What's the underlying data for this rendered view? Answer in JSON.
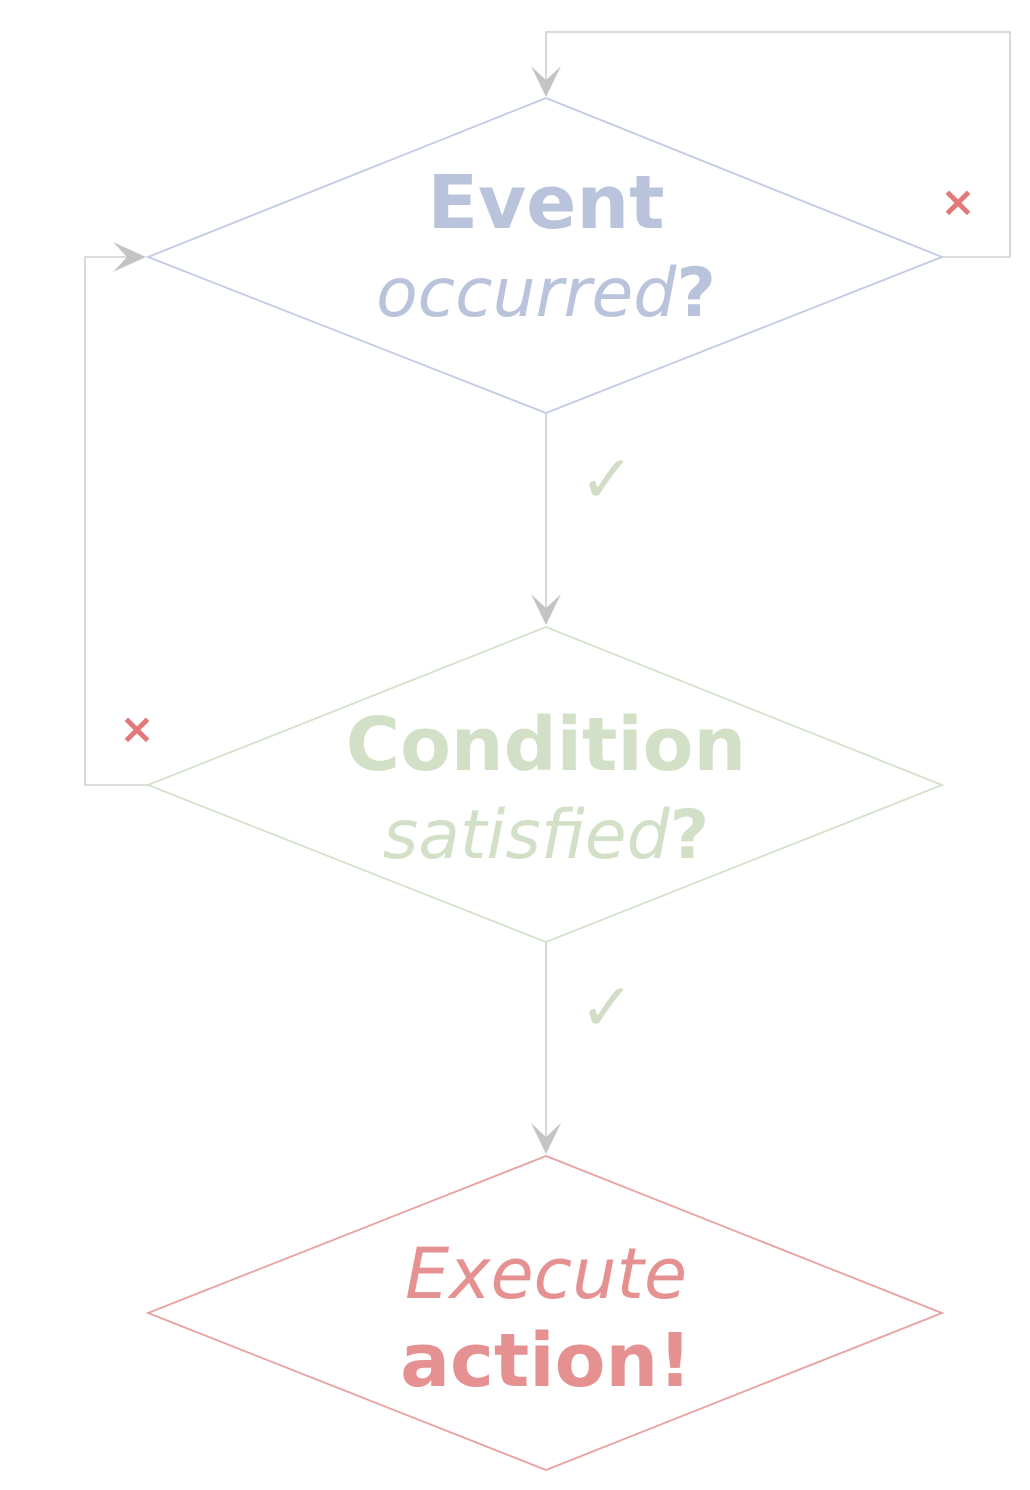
{
  "colors": {
    "background": "#ffffff",
    "connector": "#cfcfcf",
    "arrowhead": "#c4c4c4",
    "event": "#b9c3dc",
    "event_stroke": "#c2cbe3",
    "condition": "#d3e0c8",
    "condition_stroke": "#d5e2cb",
    "action": "#e69191",
    "action_stroke": "#e8a0a0",
    "no_mark": "#e27878",
    "yes_mark": "#d2dcc6"
  },
  "nodes": {
    "event": {
      "line1": "Event",
      "line2_italic": "occurred",
      "line2_bold": "?"
    },
    "condition": {
      "line1": "Condition",
      "line2_italic": "satisfied",
      "line2_bold": "?"
    },
    "action": {
      "line1_italic": "Execute",
      "line2_bold": "action!"
    }
  },
  "marks": {
    "no": "×",
    "yes": "✓"
  },
  "icons": {
    "no": "cross-icon",
    "yes": "checkmark-icon"
  }
}
